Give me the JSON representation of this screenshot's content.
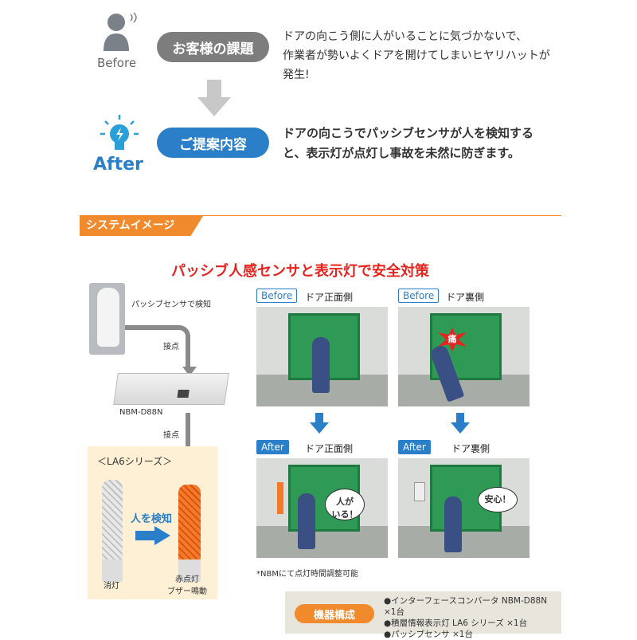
{
  "top": {
    "before_label": "Before",
    "issue_pill": "お客様の課題",
    "issue_text_1": "ドアの向こう側に人がいることに気づかないで、",
    "issue_text_2": "作業者が勢いよくドアを開けてしまいヒヤリハットが",
    "issue_text_3": "発生!",
    "after_label": "After",
    "proposal_pill": "ご提案内容",
    "proposal_text_1": "ドアの向こうでパッシブセンサが人を検知する",
    "proposal_text_2": "と、表示灯が点灯し事故を未然に防ぎます。"
  },
  "section": {
    "title": "システムイメージ"
  },
  "main_title": "パッシブ人感センサと表示灯で安全対策",
  "diagram": {
    "sensor_label": "パッシブセンサで検知",
    "contact_1": "接点",
    "device_label": "NBM-D88N",
    "contact_2": "接点",
    "series_label": "＜LA6シリーズ＞",
    "detect_label": "人を検知",
    "off_label": "消灯",
    "on_label_1": "赤点灯",
    "on_label_2": "ブザー鳴動"
  },
  "panels": [
    {
      "tag": "Before",
      "caption": "ドア正面側"
    },
    {
      "tag": "Before",
      "caption": "ドア裏側",
      "bubble": "痛"
    },
    {
      "tag": "After",
      "caption": "ドア正面側",
      "bubble": "人が\nいる！"
    },
    {
      "tag": "After",
      "caption": "ドア裏側",
      "bubble": "安心！"
    }
  ],
  "note": "*NBMにて点灯時間調整可能",
  "equipment": {
    "label": "機器構成",
    "items": [
      "●インターフェースコンバータ NBM-D88N ×1台",
      "●積層情報表示灯 LA6 シリーズ ×1台",
      "●パッシブセンサ ×1台"
    ]
  },
  "colors": {
    "orange": "#f08a2c",
    "blue": "#2a7fc8",
    "gray_pill": "#7d7d7d",
    "red_title": "#e52420"
  }
}
